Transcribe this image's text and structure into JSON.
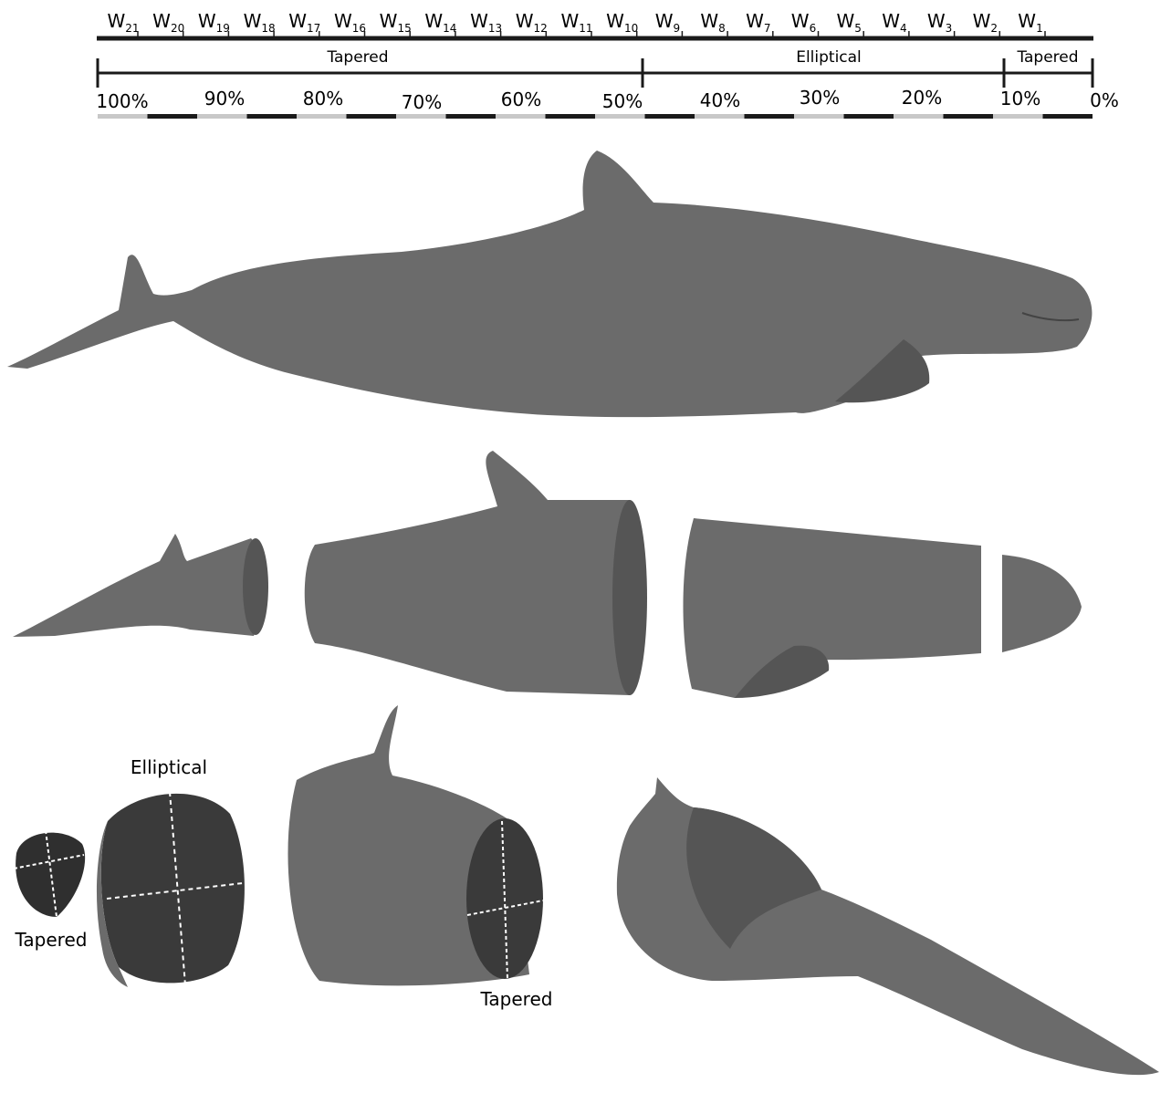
{
  "measurement_labels": [
    {
      "base": "W",
      "sub": "21"
    },
    {
      "base": "W",
      "sub": "20"
    },
    {
      "base": "W",
      "sub": "19"
    },
    {
      "base": "W",
      "sub": "18"
    },
    {
      "base": "W",
      "sub": "17"
    },
    {
      "base": "W",
      "sub": "16"
    },
    {
      "base": "W",
      "sub": "15"
    },
    {
      "base": "W",
      "sub": "14"
    },
    {
      "base": "W",
      "sub": "13"
    },
    {
      "base": "W",
      "sub": "12"
    },
    {
      "base": "W",
      "sub": "11"
    },
    {
      "base": "W",
      "sub": "10"
    },
    {
      "base": "W",
      "sub": "9"
    },
    {
      "base": "W",
      "sub": "8"
    },
    {
      "base": "W",
      "sub": "7"
    },
    {
      "base": "W",
      "sub": "6"
    },
    {
      "base": "W",
      "sub": "5"
    },
    {
      "base": "W",
      "sub": "4"
    },
    {
      "base": "W",
      "sub": "3"
    },
    {
      "base": "W",
      "sub": "2"
    },
    {
      "base": "W",
      "sub": "1"
    }
  ],
  "segments": [
    {
      "label": "Tapered",
      "from_pct": 100,
      "to_pct": 50
    },
    {
      "label": "Elliptical",
      "from_pct": 50,
      "to_pct": 9
    },
    {
      "label": "Tapered",
      "from_pct": 9,
      "to_pct": 0
    }
  ],
  "percent_ticks": [
    "100%",
    "90%",
    "80%",
    "70%",
    "60%",
    "50%",
    "40%",
    "30%",
    "20%",
    "10%",
    "0%"
  ],
  "captions": {
    "elliptical": "Elliptical",
    "tapered_small": "Tapered",
    "tapered_mid": "Tapered"
  },
  "colors": {
    "axis": "#1a1a1a",
    "body": "#6b6b6b",
    "cut_face": "#3a3a3a",
    "scale_light": "#c8c8c8",
    "scale_dark": "#1a1a1a"
  }
}
